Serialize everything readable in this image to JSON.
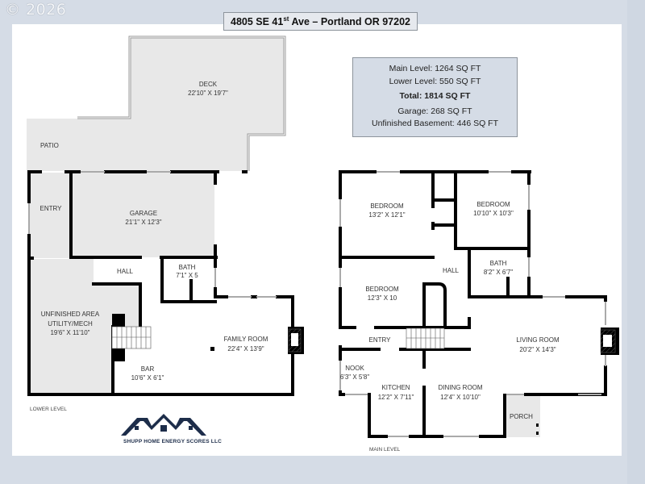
{
  "watermark": "© 2026",
  "title": {
    "street": "4805 SE 41",
    "suffix": "st",
    "rest": " Ave – Portland OR 97202"
  },
  "sqft": {
    "main_level": "Main Level: 1264 SQ FT",
    "lower_level": "Lower Level: 550 SQ FT",
    "total": "Total: 1814 SQ FT",
    "garage": "Garage: 268 SQ FT",
    "unfinished": "Unfinished Basement: 446 SQ FT"
  },
  "lower_level": {
    "label": "LOWER LEVEL",
    "rooms": {
      "deck": {
        "name": "DECK",
        "dims": "22'10\" X 19'7\""
      },
      "patio": {
        "name": "PATIO"
      },
      "entry": {
        "name": "ENTRY"
      },
      "garage": {
        "name": "GARAGE",
        "dims": "21'1\" X 12'3\""
      },
      "hall": {
        "name": "HALL"
      },
      "bath": {
        "name": "BATH",
        "dims": "7'1\" X 5"
      },
      "unfinished": {
        "name": "UNFINISHED AREA",
        "sub": "UTILITY/MECH",
        "dims": "19'6\" X 11'10\""
      },
      "family": {
        "name": "FAMILY ROOM",
        "dims": "22'4\" X 13'9\""
      },
      "bar": {
        "name": "BAR",
        "dims": "10'6\" X 6'1\""
      }
    }
  },
  "main_level": {
    "label": "MAIN LEVEL",
    "rooms": {
      "bedroom1": {
        "name": "BEDROOM",
        "dims": "13'2\" X 12'1\""
      },
      "bedroom2": {
        "name": "BEDROOM",
        "dims": "10'10\" X 10'3\""
      },
      "bedroom3": {
        "name": "BEDROOM",
        "dims": "12'3\" X 10"
      },
      "hall": {
        "name": "HALL"
      },
      "bath": {
        "name": "BATH",
        "dims": "8'2\" X 6'7\""
      },
      "entry": {
        "name": "ENTRY"
      },
      "living": {
        "name": "LIVING ROOM",
        "dims": "20'2\" X 14'3\""
      },
      "nook": {
        "name": "NOOK",
        "dims": "6'3\" X 5'8\""
      },
      "kitchen": {
        "name": "KITCHEN",
        "dims": "12'2\" X 7'11\""
      },
      "dining": {
        "name": "DINING ROOM",
        "dims": "12'4\" X 10'10\""
      },
      "porch": {
        "name": "PORCH"
      }
    }
  },
  "logo": {
    "company": "SHUPP HOME ENERGY SCORES LLC"
  },
  "colors": {
    "background": "#d5dce6",
    "sheet": "#ffffff",
    "wall": "#000000",
    "fill_gray": "#e8e8e8",
    "logo_navy": "#1d2d4a"
  }
}
